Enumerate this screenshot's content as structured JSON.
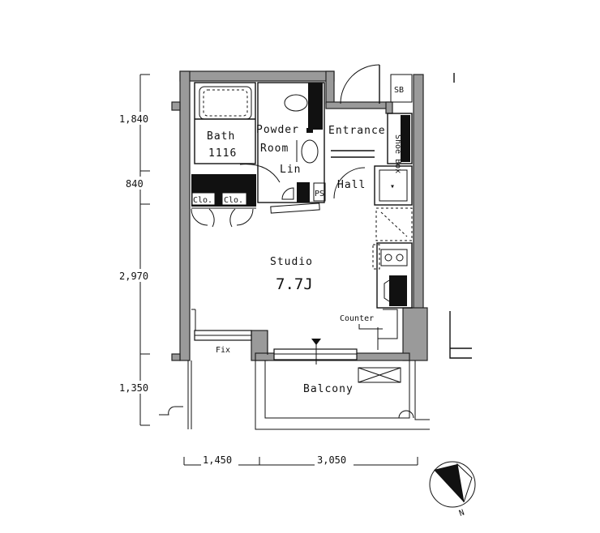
{
  "plan": {
    "rooms": {
      "bath": "Bath",
      "bath_size": "1116",
      "powder": "Powder",
      "powder_room": "Room",
      "entrance": "Entrance",
      "linen": "Lin",
      "hall": "Hall",
      "closet1": "Clo.",
      "closet2": "Clo.",
      "ps": "PS",
      "studio": "Studio",
      "studio_size": "7.7J",
      "counter": "Counter",
      "fix": "Fix",
      "balcony": "Balcony",
      "shoe_box": "Shoe Box",
      "sb": "SB"
    },
    "dimensions": {
      "left": [
        "1,840",
        "840",
        "2,970",
        "1,350"
      ],
      "bottom": [
        "1,450",
        "3,050"
      ]
    },
    "compass": "N"
  }
}
